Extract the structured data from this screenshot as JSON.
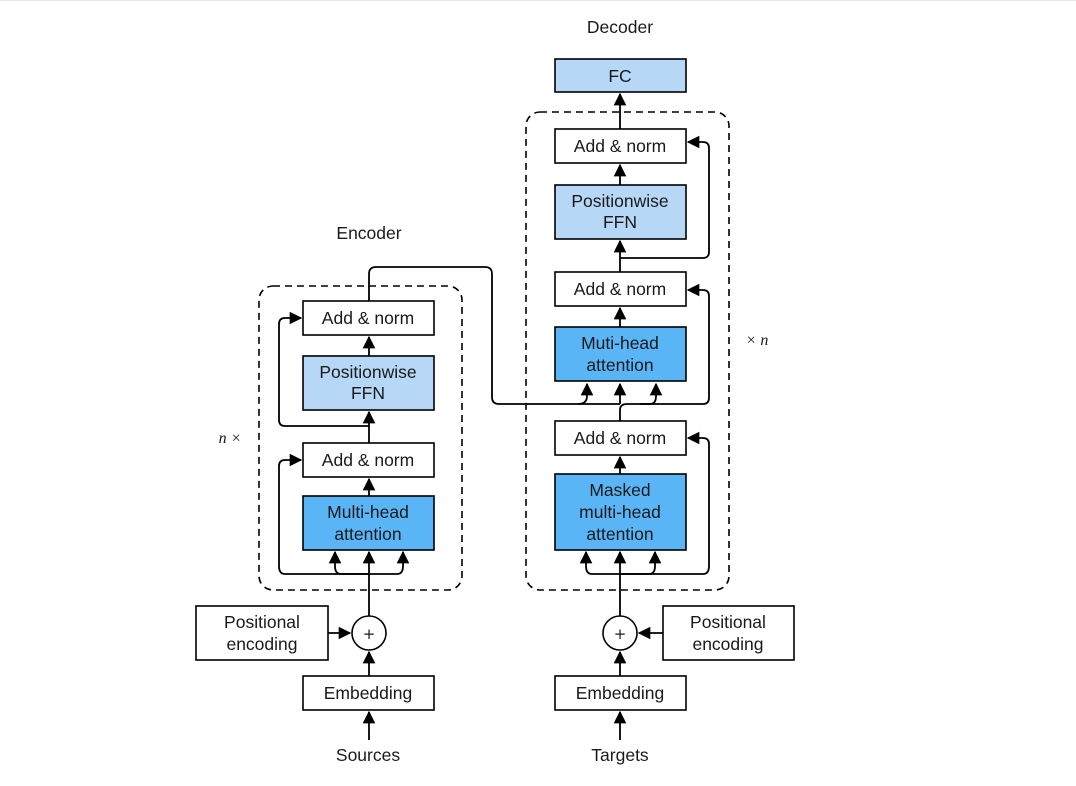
{
  "colors": {
    "light_blue": "#b7d7f7",
    "dark_blue": "#5ab5f7",
    "white": "#ffffff",
    "stroke": "#000000"
  },
  "encoder": {
    "title": "Encoder",
    "repeat": "n ×",
    "add_norm_top": "Add & norm",
    "ffn": [
      "Positionwise",
      "FFN"
    ],
    "add_norm_bottom": "Add & norm",
    "attention": [
      "Multi-head",
      "attention"
    ],
    "pos_encoding": [
      "Positional",
      "encoding"
    ],
    "plus": "+",
    "embedding": "Embedding",
    "input": "Sources"
  },
  "decoder": {
    "title": "Decoder",
    "fc": "FC",
    "repeat": "× n",
    "add_norm_top": "Add & norm",
    "ffn": [
      "Positionwise",
      "FFN"
    ],
    "add_norm_middle": "Add & norm",
    "attention": [
      "Muti-head",
      "attention"
    ],
    "add_norm_bottom": "Add & norm",
    "masked_attention": [
      "Masked",
      "multi-head",
      "attention"
    ],
    "pos_encoding": [
      "Positional",
      "encoding"
    ],
    "plus": "+",
    "embedding": "Embedding",
    "input": "Targets"
  }
}
